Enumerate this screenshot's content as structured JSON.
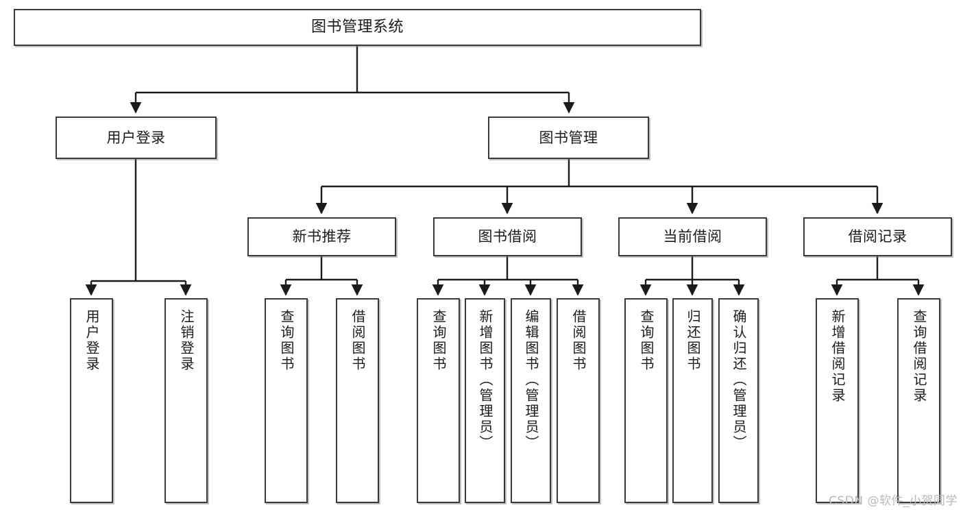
{
  "diagram": {
    "type": "tree",
    "title": "图书管理系统",
    "watermark": "CSDN @软件_小贺同学",
    "colors": {
      "box_border": "#3a3a3a",
      "box_fill": "#ffffff",
      "edge": "#1b1b1b",
      "text": "#1b1b1b",
      "watermark": "#b9b9b9"
    },
    "nodes": {
      "root": {
        "label": "图书管理系统"
      },
      "level2": [
        {
          "label": "用户登录"
        },
        {
          "label": "图书管理"
        }
      ],
      "level3": [
        {
          "label": "新书推荐"
        },
        {
          "label": "图书借阅"
        },
        {
          "label": "当前借阅"
        },
        {
          "label": "借阅记录"
        }
      ],
      "leaves": {
        "user_login": [
          {
            "label": "用户登录"
          },
          {
            "label": "注销登录"
          }
        ],
        "new_book": [
          {
            "label": "查询图书"
          },
          {
            "label": "借阅图书"
          }
        ],
        "book_borrow": [
          {
            "label": "查询图书"
          },
          {
            "label": "新增图书（管理员）"
          },
          {
            "label": "编辑图书（管理员）"
          },
          {
            "label": "借阅图书"
          }
        ],
        "current_borrow": [
          {
            "label": "查询图书"
          },
          {
            "label": "归还图书"
          },
          {
            "label": "确认归还（管理员）"
          }
        ],
        "borrow_record": [
          {
            "label": "新增借阅记录"
          },
          {
            "label": "查询借阅记录"
          }
        ]
      }
    }
  }
}
